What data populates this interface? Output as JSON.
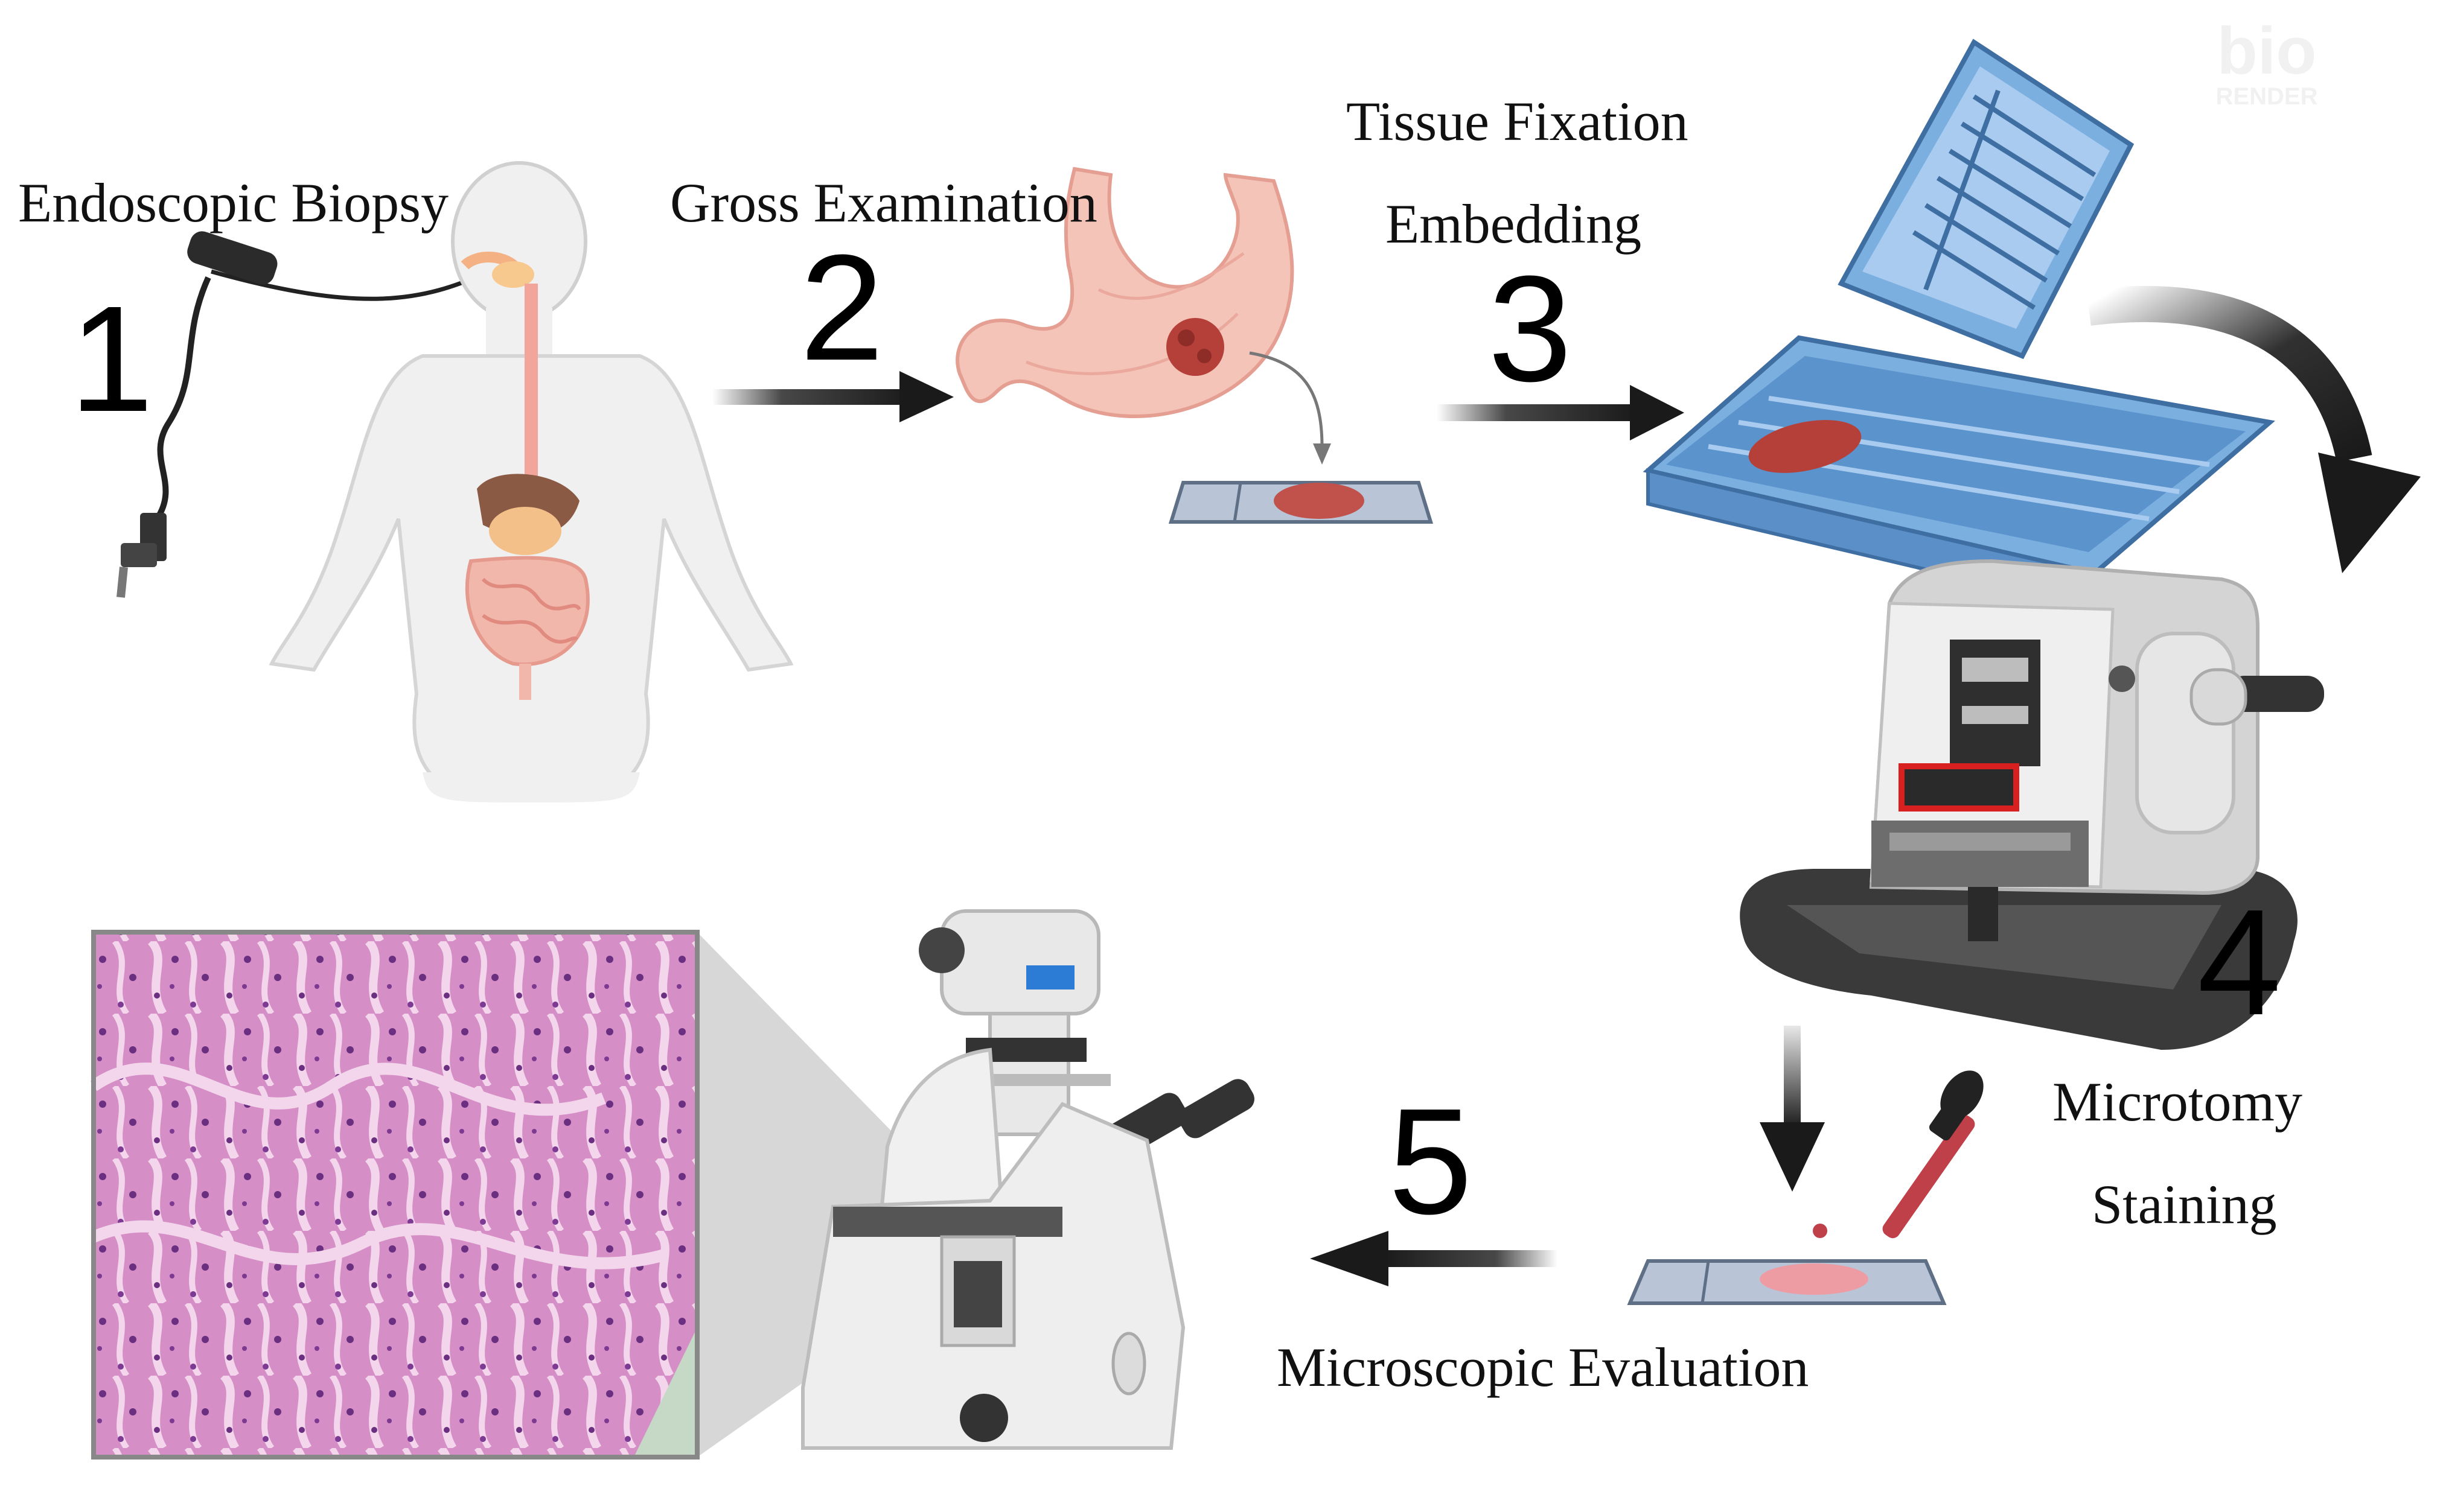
{
  "steps": [
    {
      "number": "1",
      "labels": [
        "Endoscopic Biopsy"
      ]
    },
    {
      "number": "2",
      "labels": [
        "Gross Examination"
      ]
    },
    {
      "number": "3",
      "labels": [
        "Tissue Fixation",
        "Embedding"
      ]
    },
    {
      "number": "4",
      "labels": [
        "Microtomy",
        "Staining"
      ]
    },
    {
      "number": "5",
      "labels": [
        "Microscopic Evaluation"
      ]
    }
  ],
  "watermark": {
    "line1": "bio",
    "line2": "RENDER"
  },
  "colors": {
    "arrow": "#1a1a1a",
    "body": "#f0f0f0",
    "organ_pink": "#f2b7ab",
    "tissue_red": "#b5403a",
    "cassette_blue": "#6fa8dc",
    "microtome_gray": "#d9d9d9",
    "stain_purple": "#9b4fa0",
    "stain_pink": "#e6a3c8"
  }
}
